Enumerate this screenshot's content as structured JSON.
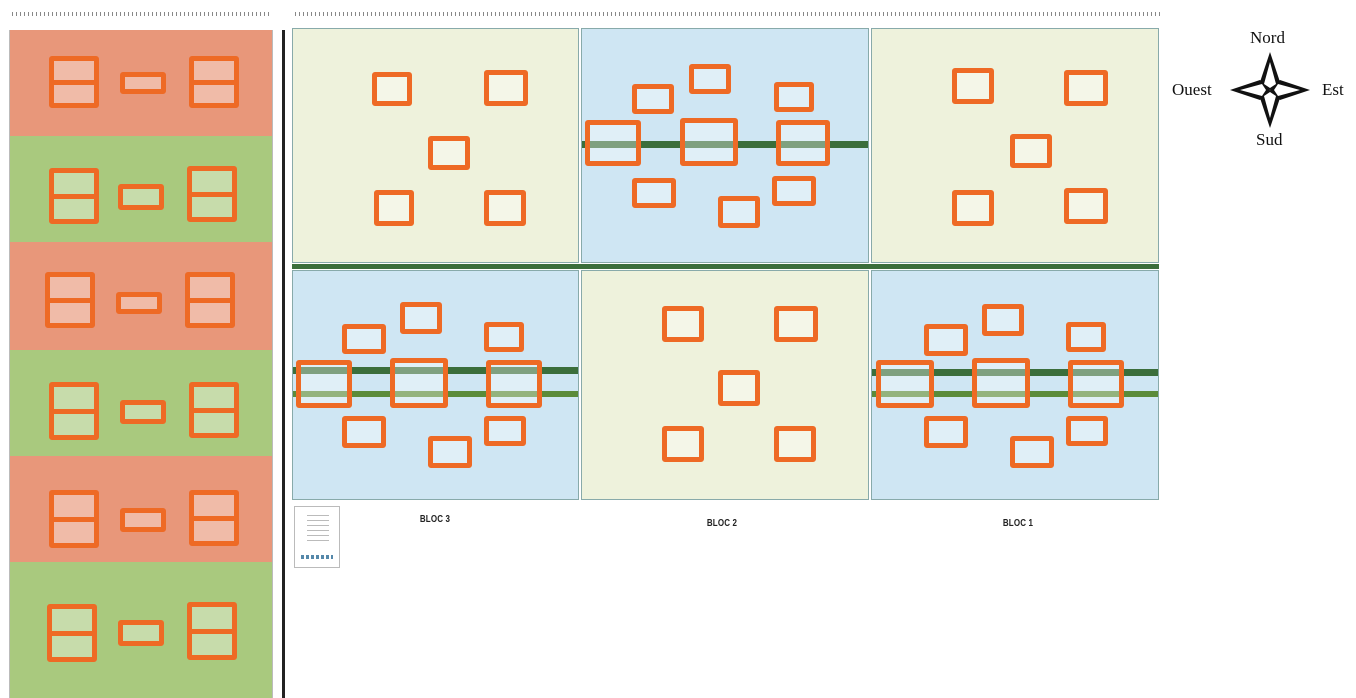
{
  "compass": {
    "north": "Nord",
    "south": "Sud",
    "east": "Est",
    "west": "Ouest",
    "icon": "compass-rose-icon"
  },
  "blocs": [
    {
      "label": "BLOC 3"
    },
    {
      "label": "BLOC 2"
    },
    {
      "label": "BLOC 1"
    }
  ],
  "colors": {
    "plot_outline": "#ee6a25",
    "sidebar_orange": "#e8977a",
    "sidebar_green": "#a9c97e",
    "bloc_cream": "#eef2dc",
    "bloc_blue": "#cfe6f3",
    "row_strip_green": "#3b6e3b"
  }
}
